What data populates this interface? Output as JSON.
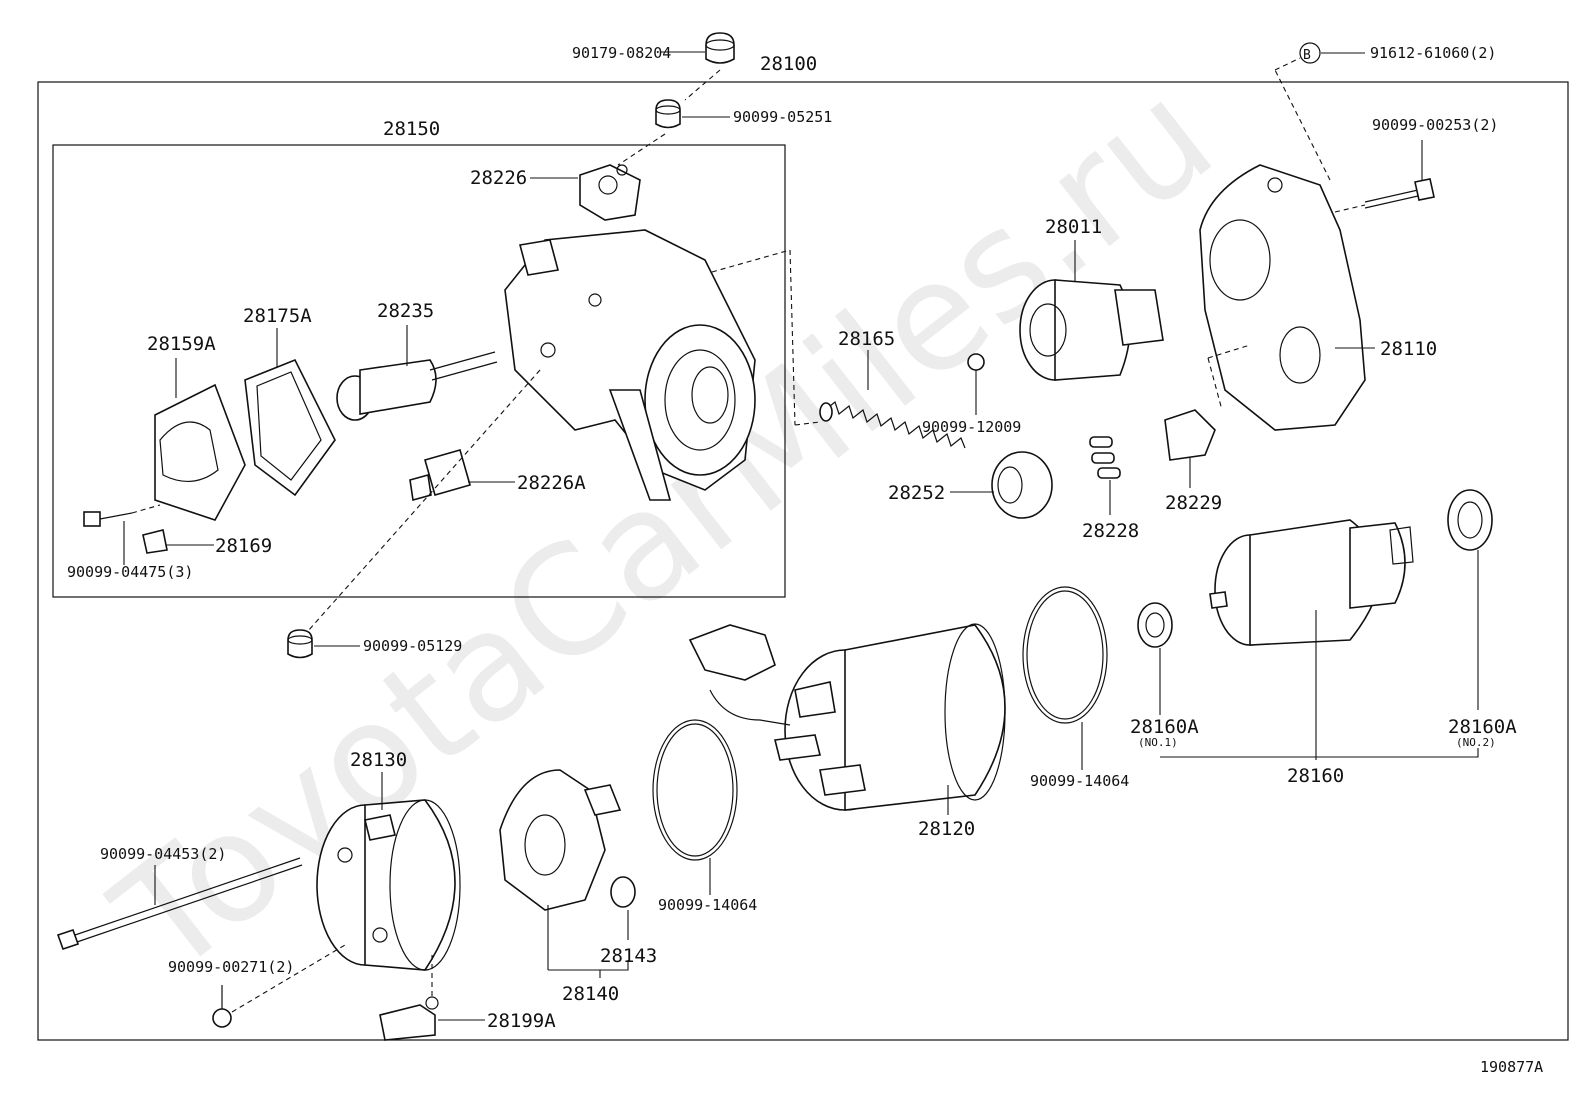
{
  "watermark": "ToyotaCarMiles.ru",
  "figure_code": "190877A",
  "labels": {
    "p90179_08204": "90179-08204",
    "p28100": "28100",
    "p91612_61060": "91612-61060(2)",
    "ref_b": "B",
    "p90099_05251": "90099-05251",
    "p28150": "28150",
    "p90099_00253": "90099-00253(2)",
    "p28226": "28226",
    "p28011": "28011",
    "p28175A": "28175A",
    "p28235": "28235",
    "p28159A": "28159A",
    "p28165": "28165",
    "p28110": "28110",
    "p90099_12009": "90099-12009",
    "p28226A": "28226A",
    "p28252": "28252",
    "p28229": "28229",
    "p28228": "28228",
    "p28169": "28169",
    "p90099_04475": "90099-04475(3)",
    "p90099_05129": "90099-05129",
    "p28160A_1": "28160A",
    "p28160A_1_sub": "(NO.1)",
    "p28160A_2": "28160A",
    "p28160A_2_sub": "(NO.2)",
    "p28130": "28130",
    "p90099_14064_a": "90099-14064",
    "p28160": "28160",
    "p28120": "28120",
    "p90099_04453": "90099-04453(2)",
    "p90099_14064_b": "90099-14064",
    "p28143": "28143",
    "p90099_00271": "90099-00271(2)",
    "p28140": "28140",
    "p28199A": "28199A"
  }
}
